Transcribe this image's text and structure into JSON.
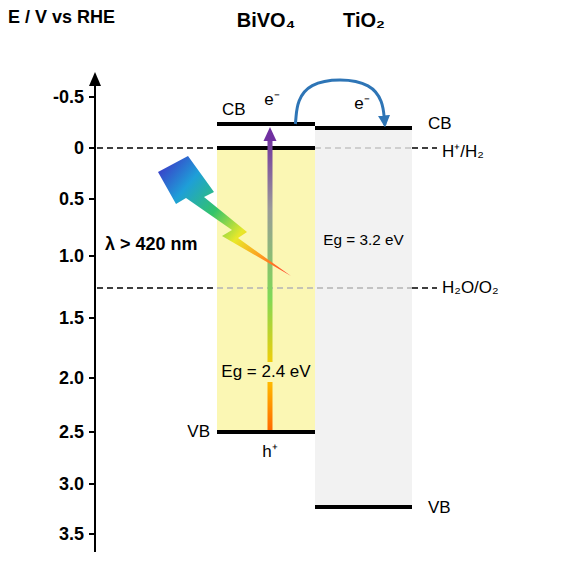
{
  "diagram": {
    "nodes": [
      {
        "text": [
          "Eg = 2.4 eV"
        ]
      },
      {
        "text": [
          "Eg = 3.2 eV"
        ]
      }
    ],
    "edges": [
      {
        "from": 0,
        "to": 1,
        "arrow": "to"
      }
    ],
    "labels": [
      "E / V vs RHE",
      "-0.5",
      "0",
      "0.5",
      "1.0",
      "1.5",
      "2.0",
      "2.5",
      "3.0",
      "3.5",
      "BiVO₄",
      "TiO₂",
      "CB",
      "e⁻",
      "e⁻",
      "CB",
      "H⁺/H₂",
      "H₂O/O₂",
      "λ > 420 nm",
      "VB",
      "h⁺",
      "VB"
    ]
  }
}
